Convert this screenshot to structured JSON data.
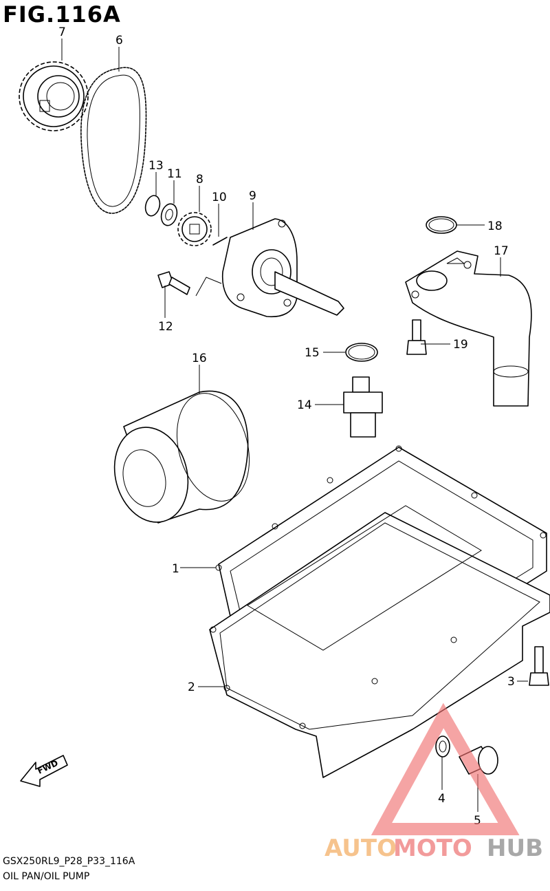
{
  "figure": {
    "title": "FIG.116A",
    "footer_code": "GSX250RL9_P28_P33_116A",
    "footer_description": "OIL PAN/OIL PUMP"
  },
  "fwd_label": "FWD",
  "callouts": [
    "1",
    "2",
    "3",
    "4",
    "5",
    "6",
    "7",
    "8",
    "9",
    "10",
    "11",
    "12",
    "13",
    "14",
    "15",
    "16",
    "17",
    "18",
    "19"
  ],
  "watermark": {
    "part_a": "AUTO",
    "part_b": "MOTO",
    "part_c": "HUB",
    "colors": {
      "auto": "#f5b97a",
      "moto": "#f08a8a",
      "hub": "#9a9a9a",
      "triangle": "#f07070"
    }
  }
}
